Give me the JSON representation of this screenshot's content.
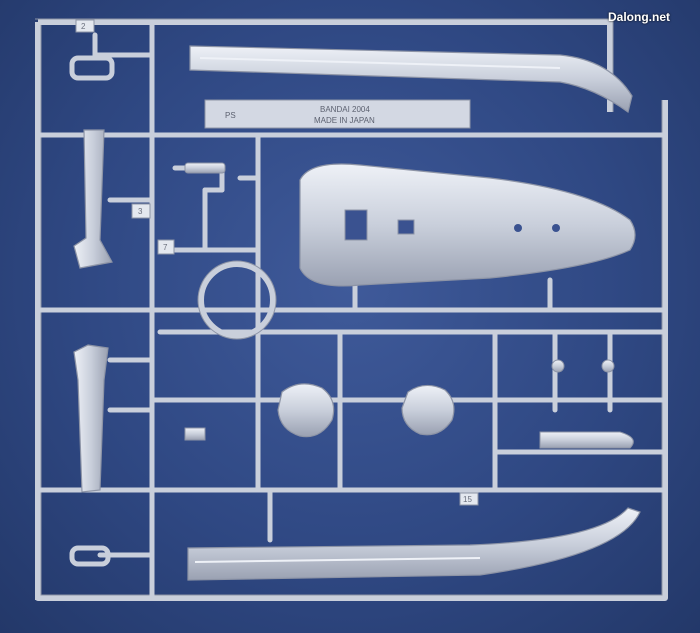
{
  "watermark": "Dalong.net",
  "colors": {
    "background": "#34508f",
    "plastic": "#c9cfdb",
    "plastic_edge": "#8d94a6",
    "plastic_highlight": "#eef1f7"
  },
  "molded_text": {
    "line1": "BANDAI 2004",
    "line2": "MADE IN JAPAN",
    "code": "PS"
  },
  "part_labels": [
    "2",
    "3",
    "7",
    "15"
  ]
}
